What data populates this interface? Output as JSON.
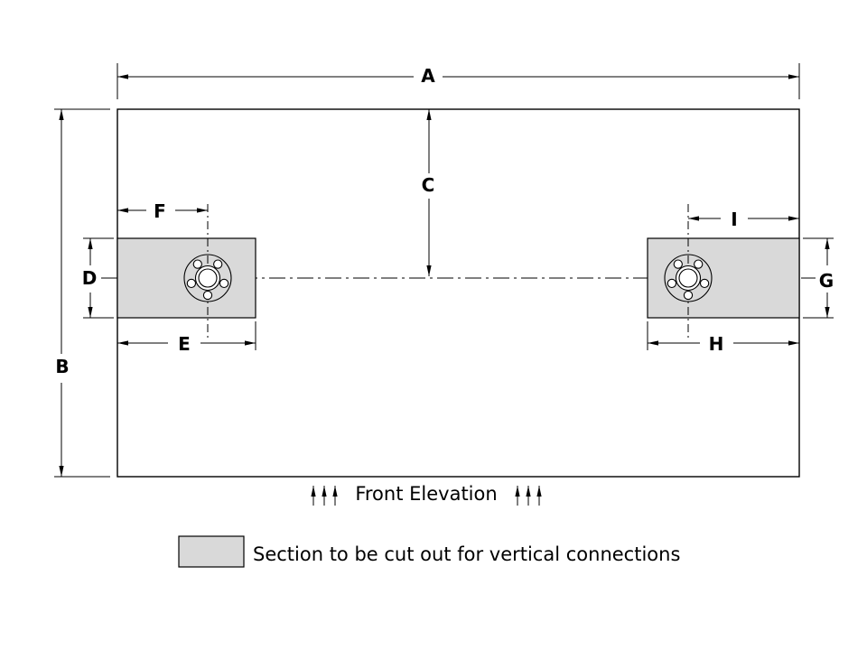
{
  "diagram": {
    "labels": {
      "A": "A",
      "B": "B",
      "C": "C",
      "D": "D",
      "E": "E",
      "F": "F",
      "G": "G",
      "H": "H",
      "I": "I"
    },
    "caption": "Front Elevation",
    "legend_text": "Section  to be cut out for vertical connections",
    "colors": {
      "cutout_fill": "#d9d9d9",
      "line": "#000000",
      "background": "#ffffff"
    }
  }
}
